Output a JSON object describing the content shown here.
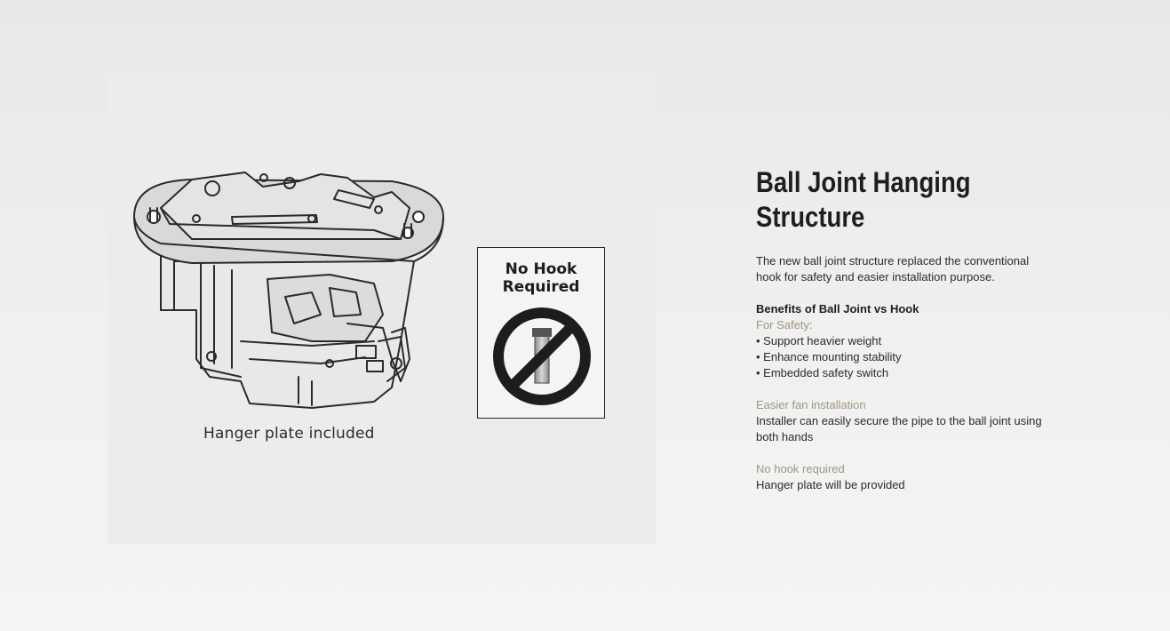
{
  "image_panel": {
    "caption": "Hanger plate included",
    "badge": {
      "line1": "No Hook",
      "line2": "Required"
    }
  },
  "content": {
    "title_line1": "Ball Joint Hanging",
    "title_line2": "Structure",
    "intro_line1": "The new ball joint structure replaced the conventional",
    "intro_line2": "hook for safety and easier installation purpose.",
    "benefits_heading": "Benefits of Ball Joint vs Hook",
    "safety": {
      "label": "For Safety:",
      "items": [
        "• Support heavier weight",
        "• Enhance mounting stability",
        "• Embedded safety switch"
      ]
    },
    "installation": {
      "label": "Easier fan installation",
      "line1": "Installer can easily secure the pipe to the ball joint using",
      "line2": "both hands"
    },
    "nohook": {
      "label": "No hook required",
      "text": "Hanger plate will be provided"
    }
  },
  "colors": {
    "accent": "#a09580",
    "text": "#2b2b2b",
    "heading": "#1e1e1e"
  }
}
